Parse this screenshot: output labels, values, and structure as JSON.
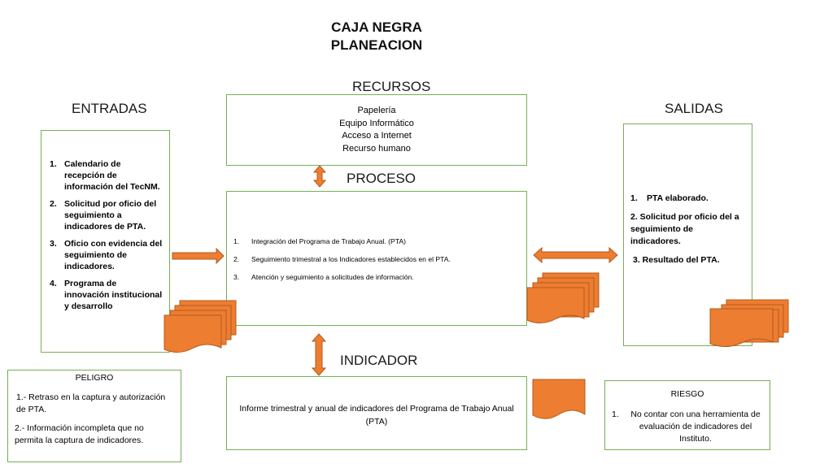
{
  "title": {
    "line1": "CAJA NEGRA",
    "line2": "PLANEACION"
  },
  "headings": {
    "recursos": "RECURSOS",
    "entradas": "ENTRADAS",
    "salidas": "SALIDAS",
    "proceso": "PROCESO",
    "indicador": "INDICADOR"
  },
  "recursos": [
    "Papelería",
    "Equipo Informático",
    "Acceso a Internet",
    "Recurso humano"
  ],
  "entradas": [
    {
      "n": "1.",
      "text": "Calendario de recepción de información del TecNM."
    },
    {
      "n": "2.",
      "text": "Solicitud por oficio del seguimiento a indicadores de PTA."
    },
    {
      "n": "3.",
      "text": "Oficio con  evidencia del seguimiento de indicadores."
    },
    {
      "n": "4.",
      "text": "Programa de innovación institucional y desarrollo"
    }
  ],
  "proceso": [
    {
      "n": "1.",
      "text": "Integración del Programa de Trabajo Anual. (PTA)"
    },
    {
      "n": "2.",
      "text": "Seguimiento trimestral a los Indicadores establecidos en el PTA."
    },
    {
      "n": "3.",
      "text": "Atención y seguimiento a solicitudes de información."
    }
  ],
  "salidas": {
    "item1_n": "1.",
    "item1": "PTA elaborado.",
    "item2": "2. Solicitud por oficio del a seguimiento de indicadores.",
    "item3": "3. Resultado del PTA."
  },
  "indicador_text": "Informe trimestral y anual de indicadores del Programa de Trabajo Anual (PTA)",
  "peligro": {
    "title": "PELIGRO",
    "item1": "1.- Retraso en la captura y autorización de PTA.",
    "item2": "2.- Información incompleta que no permita la captura de indicadores."
  },
  "riesgo": {
    "title": "RIESGO",
    "n": "1.",
    "text": "No contar con una herramienta de evaluación de indicadores del Instituto."
  },
  "colors": {
    "box_border": "#76b055",
    "shape_fill": "#ed7d31",
    "shape_stroke": "#b35a1a"
  }
}
